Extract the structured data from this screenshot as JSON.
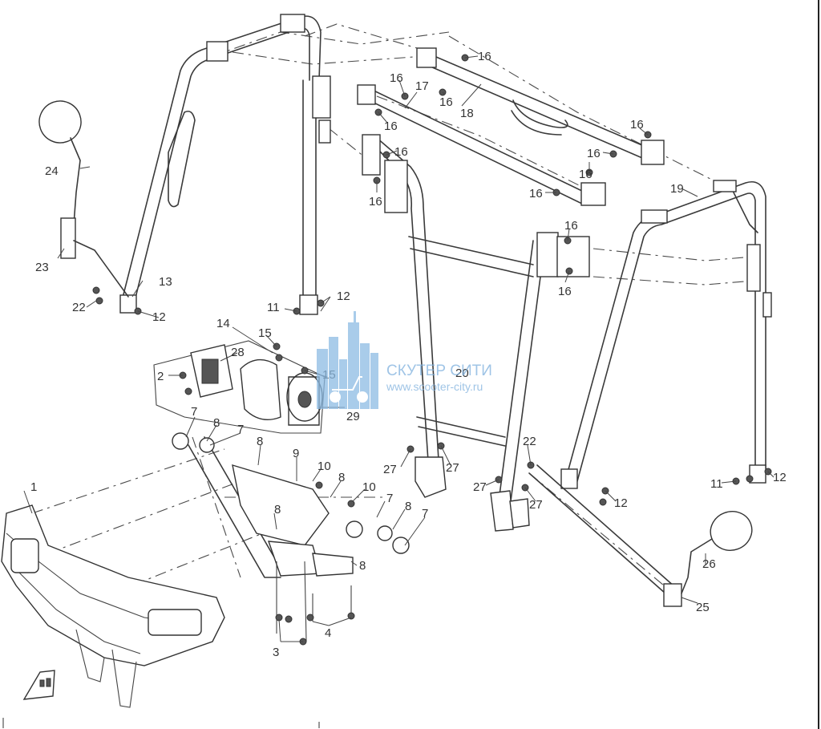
{
  "watermark": {
    "name": "СКУТЕР СИТИ",
    "url": "www.scooter-city.ru",
    "color": "#8dbbe4"
  },
  "callouts": [
    {
      "id": "c1",
      "text": "1"
    },
    {
      "id": "c2",
      "text": "2"
    },
    {
      "id": "c3",
      "text": "3"
    },
    {
      "id": "c4",
      "text": "4"
    },
    {
      "id": "c7a",
      "text": "7"
    },
    {
      "id": "c7b",
      "text": "7"
    },
    {
      "id": "c7c",
      "text": "7"
    },
    {
      "id": "c7d",
      "text": "7"
    },
    {
      "id": "c8a",
      "text": "8"
    },
    {
      "id": "c8b",
      "text": "8"
    },
    {
      "id": "c8c",
      "text": "8"
    },
    {
      "id": "c8d",
      "text": "8"
    },
    {
      "id": "c8e",
      "text": "8"
    },
    {
      "id": "c8f",
      "text": "8"
    },
    {
      "id": "c9",
      "text": "9"
    },
    {
      "id": "c10a",
      "text": "10"
    },
    {
      "id": "c10b",
      "text": "10"
    },
    {
      "id": "c11a",
      "text": "11"
    },
    {
      "id": "c11b",
      "text": "11"
    },
    {
      "id": "c12a",
      "text": "12"
    },
    {
      "id": "c12b",
      "text": "12"
    },
    {
      "id": "c12c",
      "text": "12"
    },
    {
      "id": "c12d",
      "text": "12"
    },
    {
      "id": "c13",
      "text": "13"
    },
    {
      "id": "c14",
      "text": "14"
    },
    {
      "id": "c15a",
      "text": "15"
    },
    {
      "id": "c15b",
      "text": "15"
    },
    {
      "id": "c16a",
      "text": "16"
    },
    {
      "id": "c16b",
      "text": "16"
    },
    {
      "id": "c16c",
      "text": "16"
    },
    {
      "id": "c16d",
      "text": "16"
    },
    {
      "id": "c16e",
      "text": "16"
    },
    {
      "id": "c16f",
      "text": "16"
    },
    {
      "id": "c16g",
      "text": "16"
    },
    {
      "id": "c16h",
      "text": "16"
    },
    {
      "id": "c16i",
      "text": "16"
    },
    {
      "id": "c16j",
      "text": "16"
    },
    {
      "id": "c16k",
      "text": "16"
    },
    {
      "id": "c16l",
      "text": "16"
    },
    {
      "id": "c17",
      "text": "17"
    },
    {
      "id": "c18",
      "text": "18"
    },
    {
      "id": "c19",
      "text": "19"
    },
    {
      "id": "c20",
      "text": "20"
    },
    {
      "id": "c22a",
      "text": "22"
    },
    {
      "id": "c22b",
      "text": "22"
    },
    {
      "id": "c23",
      "text": "23"
    },
    {
      "id": "c24",
      "text": "24"
    },
    {
      "id": "c25",
      "text": "25"
    },
    {
      "id": "c26",
      "text": "26"
    },
    {
      "id": "c27a",
      "text": "27"
    },
    {
      "id": "c27b",
      "text": "27"
    },
    {
      "id": "c27c",
      "text": "27"
    },
    {
      "id": "c27d",
      "text": "27"
    },
    {
      "id": "c28",
      "text": "28"
    },
    {
      "id": "c29",
      "text": "29"
    }
  ]
}
